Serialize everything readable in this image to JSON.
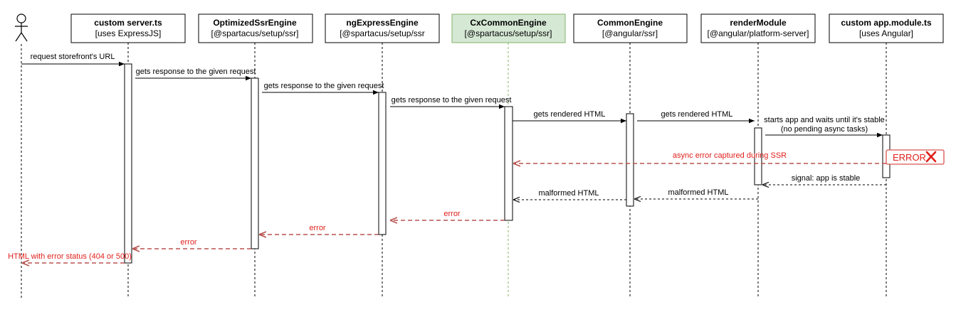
{
  "participants": [
    {
      "id": "user",
      "title": "",
      "subtitle": ""
    },
    {
      "id": "server",
      "title": "custom server.ts",
      "subtitle": "[uses ExpressJS]"
    },
    {
      "id": "optimized",
      "title": "OptimizedSsrEngine",
      "subtitle": "[@spartacus/setup/ssr]"
    },
    {
      "id": "ngexpress",
      "title": "ngExpressEngine",
      "subtitle": "[@spartacus/setup/ssr"
    },
    {
      "id": "cxcommon",
      "title": "CxCommonEngine",
      "subtitle": "[@spartacus/setup/ssr]",
      "highlight": true
    },
    {
      "id": "common",
      "title": "CommonEngine",
      "subtitle": "[@angular/ssr]"
    },
    {
      "id": "render",
      "title": "renderModule",
      "subtitle": "[@angular/platform-server]"
    },
    {
      "id": "appmodule",
      "title": "custom app.module.ts",
      "subtitle": "[uses Angular]"
    }
  ],
  "messages": [
    {
      "from": "user",
      "to": "server",
      "kind": "call",
      "label": [
        "request storefront's URL"
      ]
    },
    {
      "from": "server",
      "to": "optimized",
      "kind": "call",
      "label": [
        "gets response to the given request"
      ]
    },
    {
      "from": "optimized",
      "to": "ngexpress",
      "kind": "call",
      "label": [
        "gets response to the given request"
      ]
    },
    {
      "from": "ngexpress",
      "to": "cxcommon",
      "kind": "call",
      "label": [
        "gets response to the given request"
      ]
    },
    {
      "from": "cxcommon",
      "to": "common",
      "kind": "call",
      "label": [
        "gets rendered HTML"
      ]
    },
    {
      "from": "common",
      "to": "render",
      "kind": "call",
      "label": [
        "gets rendered HTML"
      ]
    },
    {
      "from": "render",
      "to": "appmodule",
      "kind": "call",
      "label": [
        "starts app and waits until it's stable",
        "(no pending async tasks)"
      ]
    },
    {
      "from": "appmodule",
      "to": "cxcommon",
      "kind": "error",
      "label": [
        "async error captured during SSR"
      ]
    },
    {
      "from": "appmodule",
      "to": "render",
      "kind": "return",
      "label": [
        "signal: app is stable"
      ]
    },
    {
      "from": "render",
      "to": "common",
      "kind": "return",
      "label": [
        "malformed HTML"
      ]
    },
    {
      "from": "common",
      "to": "cxcommon",
      "kind": "return",
      "label": [
        "malformed HTML"
      ]
    },
    {
      "from": "cxcommon",
      "to": "ngexpress",
      "kind": "error",
      "label": [
        "error"
      ]
    },
    {
      "from": "ngexpress",
      "to": "optimized",
      "kind": "error",
      "label": [
        "error"
      ]
    },
    {
      "from": "optimized",
      "to": "server",
      "kind": "error",
      "label": [
        "error"
      ]
    },
    {
      "from": "server",
      "to": "user",
      "kind": "error",
      "label": [
        "HTML with error status (404 or 500)"
      ]
    }
  ],
  "error_marker": {
    "text": "ERROR",
    "icon": "cross-icon",
    "color": "#e0201b"
  },
  "colors": {
    "highlight_fill": "#d5e8d4",
    "highlight_stroke": "#82b366",
    "error_arrow": "#b85450",
    "error_text": "#e0201b"
  }
}
